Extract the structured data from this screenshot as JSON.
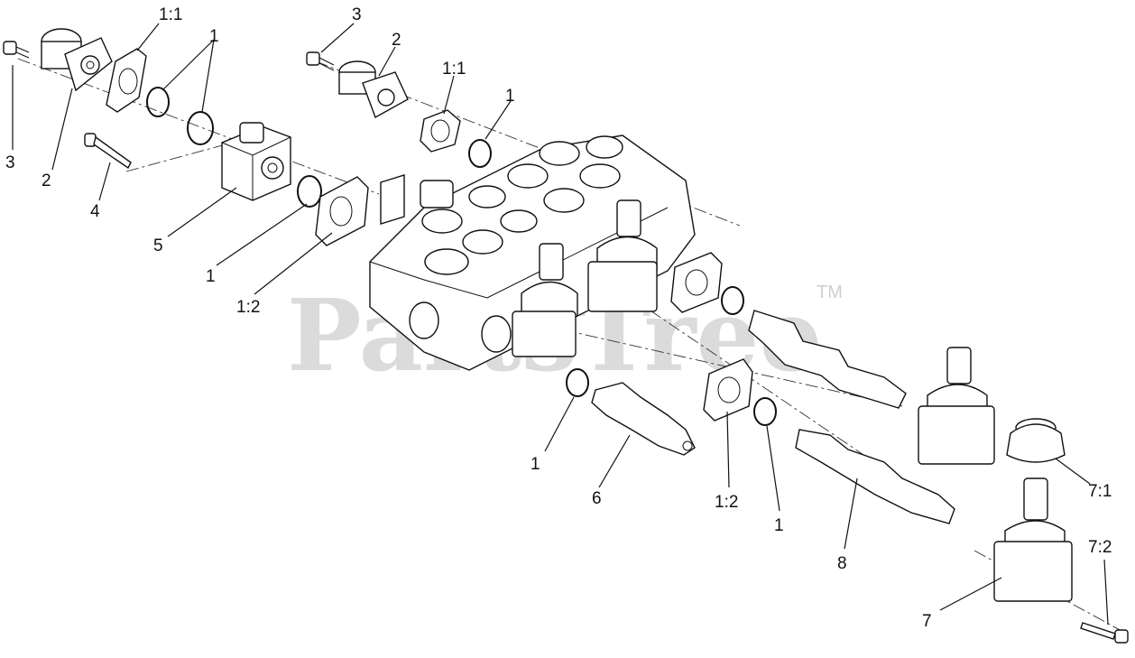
{
  "watermark": {
    "text": "PartsTree",
    "trademark": "TM"
  },
  "callouts": {
    "c3a": "3",
    "c2a": "2",
    "c11a": "1:1",
    "c1a": "1",
    "c4": "4",
    "c5": "5",
    "c1b": "1",
    "c12a": "1:2",
    "c3b": "3",
    "c2b": "2",
    "c11b": "1:1",
    "c1c": "1",
    "c1d": "1",
    "c6": "6",
    "c12b": "1:2",
    "c1e": "1",
    "c8": "8",
    "c71": "7:1",
    "c72": "7:2",
    "c7": "7"
  }
}
